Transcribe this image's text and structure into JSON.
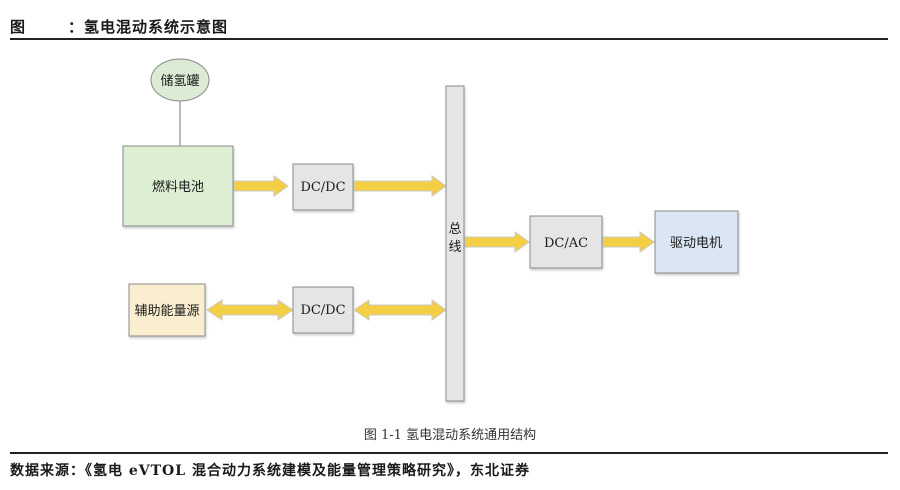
{
  "header": {
    "label": "图",
    "title": "：氢电混动系统示意图"
  },
  "diagram": {
    "nodes": {
      "tank": "储氢罐",
      "fuel_cell": "燃料电池",
      "dcdc_top": "DC/DC",
      "aux_source": "辅助能量源",
      "dcdc_bottom": "DC/DC",
      "bus": "总线",
      "dcac": "DC/AC",
      "motor": "驱动电机"
    },
    "colors": {
      "tank_fill": "#dcebd3",
      "fuel_cell_fill": "#dcefd3",
      "aux_fill": "#fbeed0",
      "converter_fill": "#e5e5e5",
      "bus_fill": "#e5e5e5",
      "motor_fill": "#dbe6f5",
      "arrow_fill": "#f4cf44",
      "arrow_stroke": "#c9c9c9",
      "box_stroke": "#8a8a8a"
    }
  },
  "caption": "图 1-1 氢电混动系统通用结构",
  "source": "数据来源：《氢电 eVTOL 混合动力系统建模及能量管理策略研究》，东北证券"
}
